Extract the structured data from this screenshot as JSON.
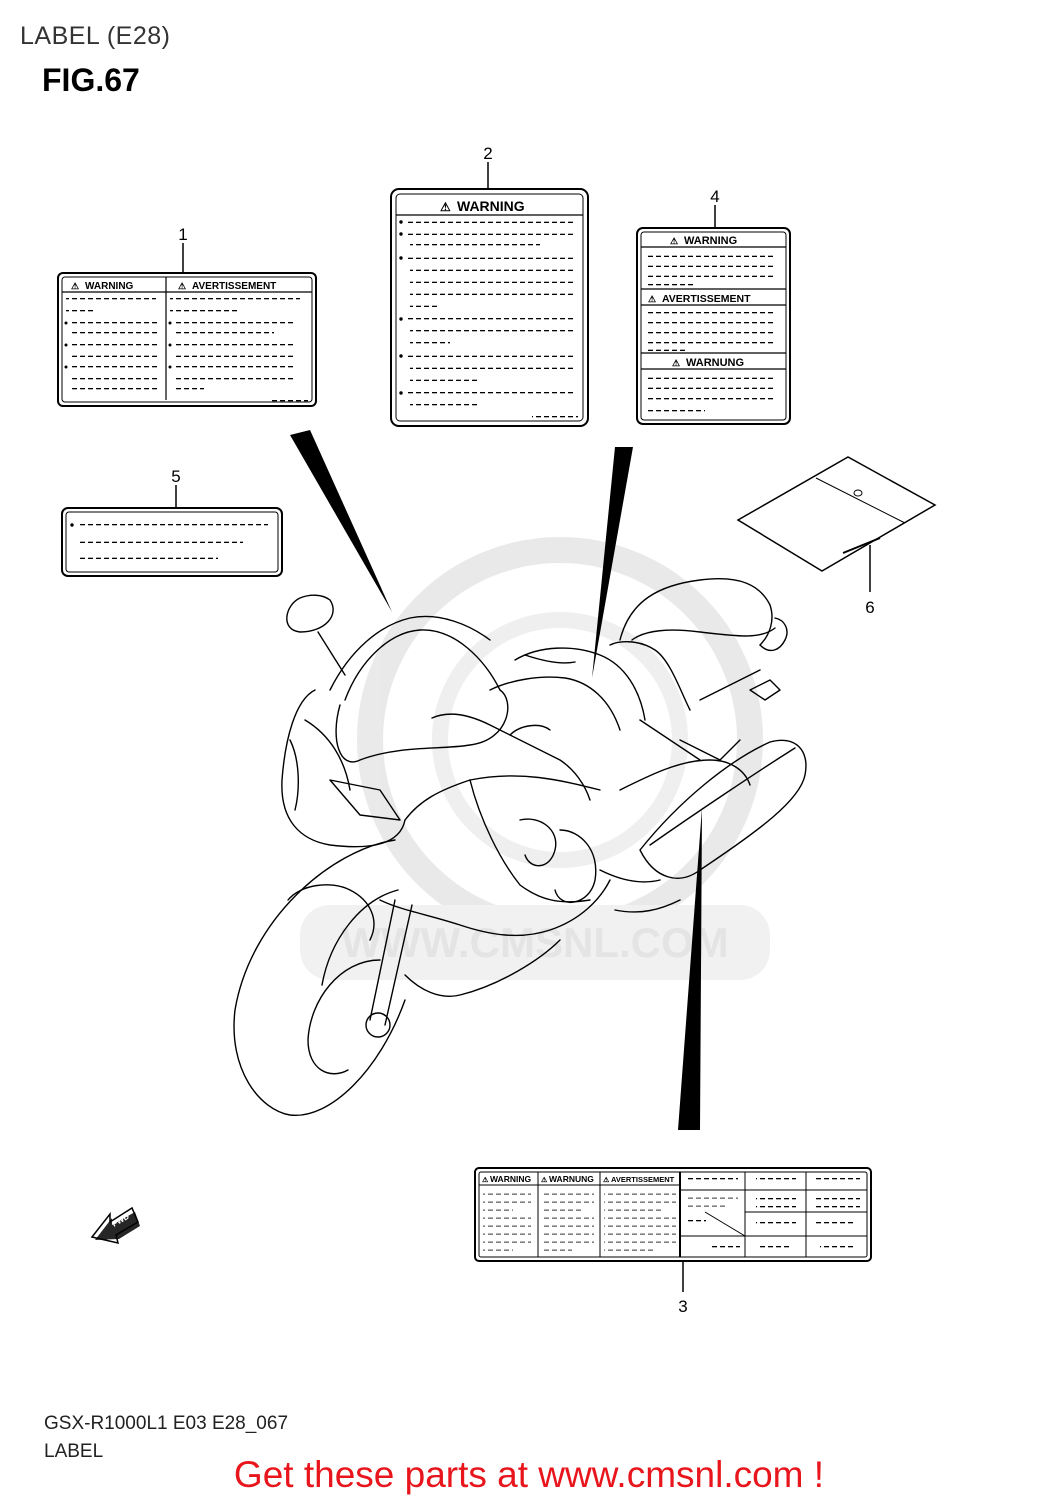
{
  "header": {
    "title": "LABEL (E28)",
    "figure": "FIG.67"
  },
  "callouts": [
    "1",
    "2",
    "3",
    "4",
    "5",
    "6"
  ],
  "labels": {
    "label1": {
      "left": "WARNING",
      "right": "AVERTISSEMENT"
    },
    "label2": {
      "title": "WARNING"
    },
    "label4": {
      "sections": [
        "WARNING",
        "AVERTISSEMENT",
        "WARNUNG"
      ]
    },
    "label3": {
      "headers": [
        "WARNING",
        "WARNUNG",
        "AVERTISSEMENT"
      ]
    }
  },
  "fwd_arrow": "FWD",
  "watermark": "WWW.CMSNL.COM",
  "footer": {
    "code": "GSX-R1000L1 E03 E28_067",
    "label": "LABEL"
  },
  "cta": "Get these parts at www.cmsnl.com !",
  "colors": {
    "cta": "#e8161c",
    "line": "#000000",
    "watermark": "#d8d8d8"
  },
  "icons": [
    "warning-triangle-icon",
    "fwd-arrow-icon"
  ]
}
